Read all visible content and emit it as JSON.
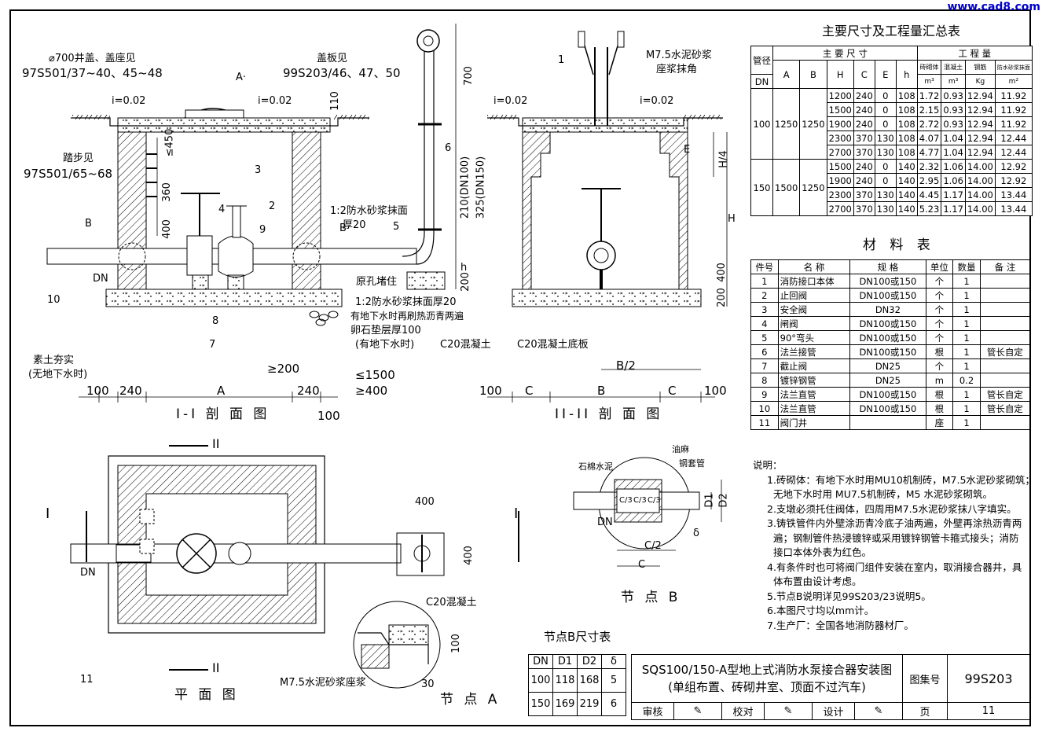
{
  "watermark": "www.cad8.com",
  "section1": {
    "title": "I-I 剖 面 图",
    "callouts": [
      "⌀700井盖、盖座见",
      "97S501/37~40、45~48",
      "盖板见",
      "99S203/46、47、50",
      "踏步见",
      "97S501/65~68",
      "1:2防水砂浆抹面",
      "厚20",
      "原孔堵住",
      "1:2防水砂浆抹面厚20",
      "有地下水时再刷热沥青两遍",
      "卵石垫层厚100",
      "(有地下水时)",
      "C20混凝土",
      "素土夯实",
      "(无地下水时)"
    ],
    "slopes": [
      "i=0.02",
      "i=0.02"
    ],
    "dims": [
      "700",
      "110",
      "≤450",
      "360",
      "400",
      "210(DN100)",
      "325(DN150)",
      "200",
      "h",
      "≥200",
      "≤1500",
      "≥400",
      "100",
      "240",
      "A",
      "240",
      "100"
    ],
    "marks": [
      "A·",
      "B",
      "B",
      "DN",
      "1",
      "2",
      "3",
      "4",
      "5",
      "6",
      "7",
      "8",
      "9",
      "10"
    ]
  },
  "section2": {
    "title": "II-II 剖 面 图",
    "callouts": [
      "M7.5水泥砂浆",
      "座浆抹角",
      "C20混凝土底板"
    ],
    "slopes": [
      "i=0.02",
      "i=0.02"
    ],
    "dims": [
      "E",
      "H/4",
      "H",
      "400",
      "200",
      "B/2",
      "100",
      "C",
      "B",
      "C",
      "100"
    ],
    "marks": [
      "1"
    ]
  },
  "plan": {
    "title": "平 面 图",
    "marks": [
      "I",
      "I",
      "II",
      "II",
      "DN",
      "11"
    ],
    "dims": [
      "400",
      "400"
    ]
  },
  "nodeA": {
    "title": "节 点 A",
    "callouts": [
      "C20混凝土",
      "M7.5水泥砂浆座浆"
    ],
    "dims": [
      "100",
      "30"
    ]
  },
  "nodeB": {
    "title": "节 点 B",
    "callouts": [
      "石棉水泥",
      "油麻",
      "钢套管"
    ],
    "dims": [
      "C/3",
      "C/3",
      "C/3",
      "C/2",
      "C",
      "D1",
      "D2",
      "δ",
      "DN"
    ]
  },
  "summary": {
    "title": "主要尺寸及工程量汇总表",
    "h1": [
      "管径",
      "主 要 尺 寸",
      "工 程 量"
    ],
    "h2": [
      "DN",
      "A",
      "B",
      "H",
      "C",
      "E",
      "h",
      "砖砌体",
      "混凝土",
      "钢筋",
      "防水砂浆抹面"
    ],
    "units": [
      "m³",
      "m³",
      "Kg",
      "m²"
    ],
    "groups": [
      {
        "dn": "100",
        "a": "1250",
        "b": "1250",
        "rows": [
          [
            "1200",
            "240",
            "0",
            "108",
            "1.72",
            "0.93",
            "12.94",
            "11.92"
          ],
          [
            "1500",
            "240",
            "0",
            "108",
            "2.15",
            "0.93",
            "12.94",
            "11.92"
          ],
          [
            "1900",
            "240",
            "0",
            "108",
            "2.72",
            "0.93",
            "12.94",
            "11.92"
          ],
          [
            "2300",
            "370",
            "130",
            "108",
            "4.07",
            "1.04",
            "12.94",
            "12.44"
          ],
          [
            "2700",
            "370",
            "130",
            "108",
            "4.77",
            "1.04",
            "12.94",
            "12.44"
          ]
        ]
      },
      {
        "dn": "150",
        "a": "1500",
        "b": "1250",
        "rows": [
          [
            "1500",
            "240",
            "0",
            "140",
            "2.32",
            "1.06",
            "14.00",
            "12.92"
          ],
          [
            "1900",
            "240",
            "0",
            "140",
            "2.95",
            "1.06",
            "14.00",
            "12.92"
          ],
          [
            "2300",
            "370",
            "130",
            "140",
            "4.45",
            "1.17",
            "14.00",
            "13.44"
          ],
          [
            "2700",
            "370",
            "130",
            "140",
            "5.23",
            "1.17",
            "14.00",
            "13.44"
          ]
        ]
      }
    ]
  },
  "materials": {
    "title": "材 料 表",
    "header": [
      "件号",
      "名 称",
      "规 格",
      "单位",
      "数量",
      "备 注"
    ],
    "rows": [
      [
        "1",
        "消防接口本体",
        "DN100或150",
        "个",
        "1",
        ""
      ],
      [
        "2",
        "止回阀",
        "DN100或150",
        "个",
        "1",
        ""
      ],
      [
        "3",
        "安全阀",
        "DN32",
        "个",
        "1",
        ""
      ],
      [
        "4",
        "闸阀",
        "DN100或150",
        "个",
        "1",
        ""
      ],
      [
        "5",
        "90°弯头",
        "DN100或150",
        "个",
        "1",
        ""
      ],
      [
        "6",
        "法兰接管",
        "DN100或150",
        "根",
        "1",
        "管长自定"
      ],
      [
        "7",
        "截止阀",
        "DN25",
        "个",
        "1",
        ""
      ],
      [
        "8",
        "镀锌钢管",
        "DN25",
        "m",
        "0.2",
        ""
      ],
      [
        "9",
        "法兰直管",
        "DN100或150",
        "根",
        "1",
        "管长自定"
      ],
      [
        "10",
        "法兰直管",
        "DN100或150",
        "根",
        "1",
        "管长自定"
      ],
      [
        "11",
        "阀门井",
        "",
        "座",
        "1",
        ""
      ]
    ]
  },
  "notes": {
    "title": "说明：",
    "lines": [
      "1.砖砌体：有地下水时用MU10机制砖，M7.5水泥砂浆砌筑；",
      "  无地下水时用 MU7.5机制砖，M5 水泥砂浆砌筑。",
      "2.支墩必须托住阀体，四周用M7.5水泥砂浆抹八字填实。",
      "3.铸铁管件内外壁涂沥青冷底子油两遍，外壁再涂热沥青两",
      "  遍；钢制管件热浸镀锌或采用镀锌钢管卡箍式接头；消防",
      "  接口本体外表为红色。",
      "4.有条件时也可将阀门组件安装在室内，取消接合器井，具",
      "  体布置由设计考虑。",
      "5.节点B说明详见99S203/23说明5。",
      "6.本图尺寸均以mm计。",
      "7.生产厂：全国各地消防器材厂。"
    ]
  },
  "nodeBsize": {
    "title": "节点B尺寸表",
    "header": [
      "DN",
      "D1",
      "D2",
      "δ"
    ],
    "rows": [
      [
        "100",
        "118",
        "168",
        "5"
      ],
      [
        "150",
        "169",
        "219",
        "6"
      ]
    ]
  },
  "titleblock": {
    "line1": "SQS100/150-A型地上式消防水泵接合器安装图",
    "line2": "(单组布置、砖砌井室、顶面不过汽车)",
    "atlas_label": "图集号",
    "atlas_no": "99S203",
    "page_label": "页",
    "page_no": "11",
    "review": "审核",
    "check": "校对",
    "design": "设计"
  }
}
